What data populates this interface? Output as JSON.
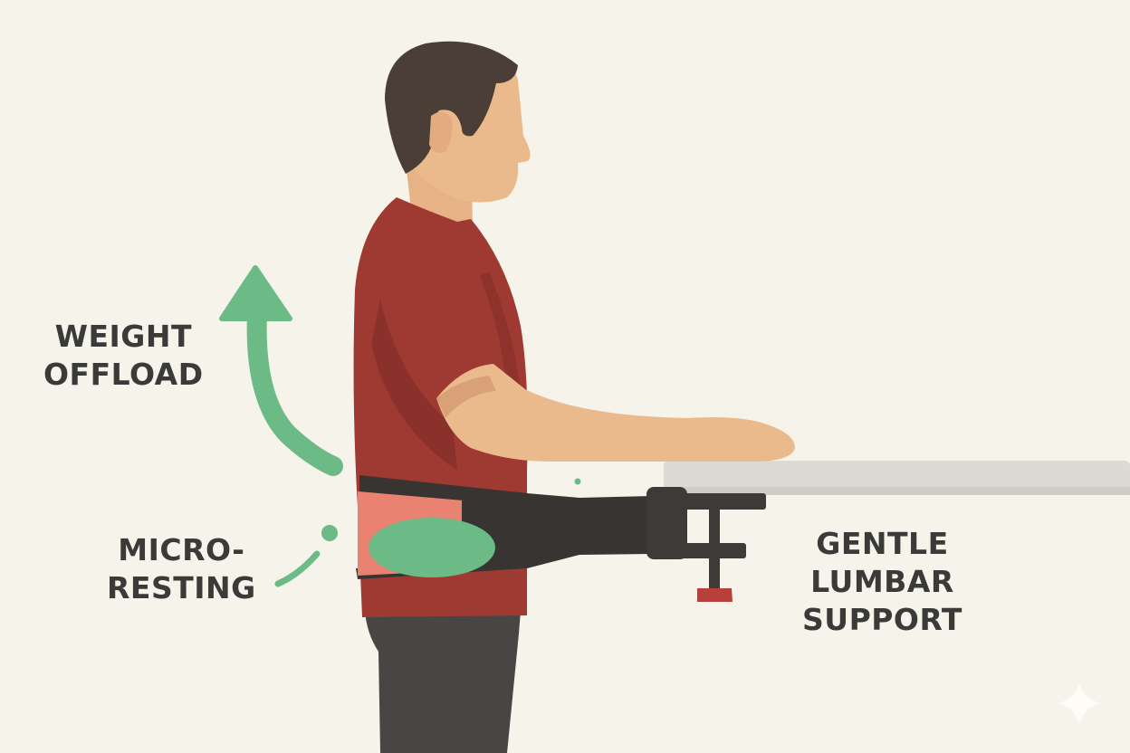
{
  "diagram": {
    "subject": "Person standing at table wearing lumbar support belt clamped to table edge",
    "colors": {
      "background": "#f6f3ea",
      "shirt": "#9e3a32",
      "shirt_shadow": "#86302a",
      "skin": "#ebba8c",
      "hair": "#4a3e37",
      "pants": "#474644",
      "belt": "#373432",
      "pad_pink": "#ea8272",
      "pad_green": "#6cbb86",
      "arrow_green": "#6cbb86",
      "table": "#dcdbd3",
      "clamp_knob": "#b8403a",
      "text": "#3a3a38"
    },
    "icons": {
      "up-arrow": "weight-offload-arrow",
      "sparkle": "four-point-star watermark"
    }
  },
  "labels": {
    "weight_offload": {
      "line1": "WEIGHT",
      "line2": "OFFLOAD"
    },
    "micro_resting": {
      "line1": "MICRO-",
      "line2": "RESTING"
    },
    "lumbar_support": {
      "line1": "GENTLE",
      "line2": "LUMBAR",
      "line3": "SUPPORT"
    }
  }
}
